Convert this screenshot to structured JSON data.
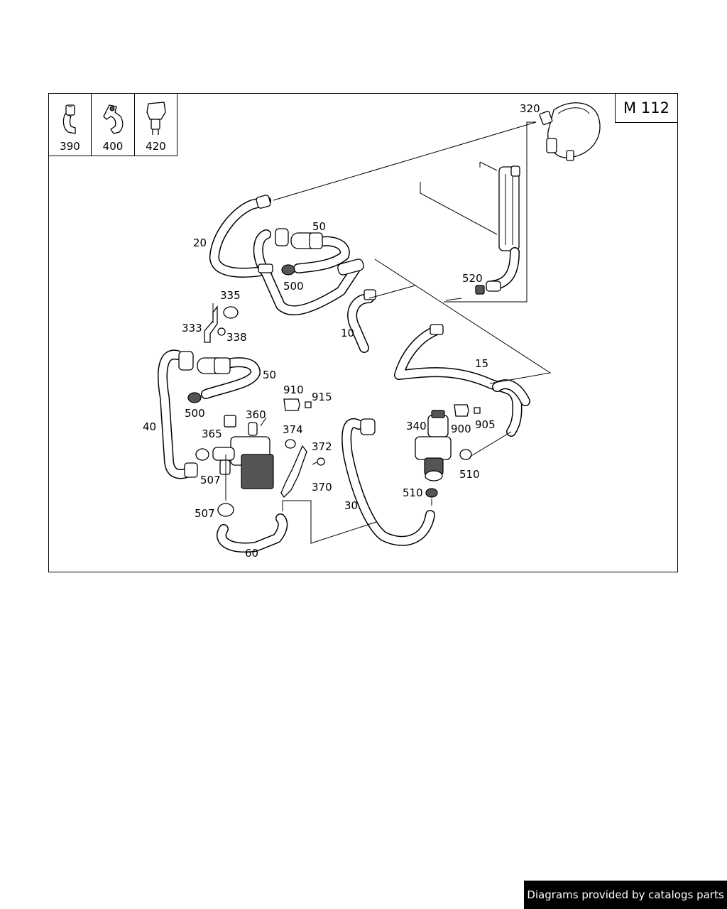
{
  "model_badge": "M 112",
  "legend": [
    {
      "label": "390",
      "icon": "hose-clip-icon"
    },
    {
      "label": "400",
      "icon": "bracket-clamp-icon"
    },
    {
      "label": "420",
      "icon": "sleeve-clamp-icon"
    }
  ],
  "callouts": {
    "c320": "320",
    "c20": "20",
    "c50a": "50",
    "c500a": "500",
    "c520": "520",
    "c335": "335",
    "c333": "333",
    "c338": "338",
    "c10": "10",
    "c15": "15",
    "c50b": "50",
    "c500b": "500",
    "c910": "910",
    "c915": "915",
    "c360": "360",
    "c40": "40",
    "c365": "365",
    "c374": "374",
    "c372": "372",
    "c340": "340",
    "c900": "900",
    "c905": "905",
    "c510a": "510",
    "c507a": "507",
    "c370": "370",
    "c510b": "510",
    "c30": "30",
    "c507b": "507",
    "c60": "60"
  },
  "footer": "Diagrams provided by catalogs parts"
}
